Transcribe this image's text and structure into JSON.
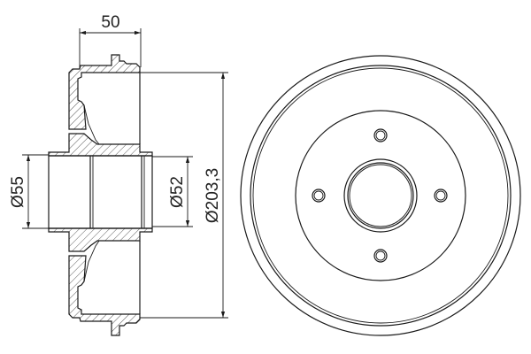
{
  "drawing": {
    "dimensions": {
      "width": "50",
      "bore_left": "Ø55",
      "bore_right": "Ø52",
      "drum_diameter": "Ø203,3"
    },
    "front_view": {
      "bolt_holes": 4
    },
    "colors": {
      "line": "#1a1a1a",
      "background": "#ffffff"
    }
  }
}
